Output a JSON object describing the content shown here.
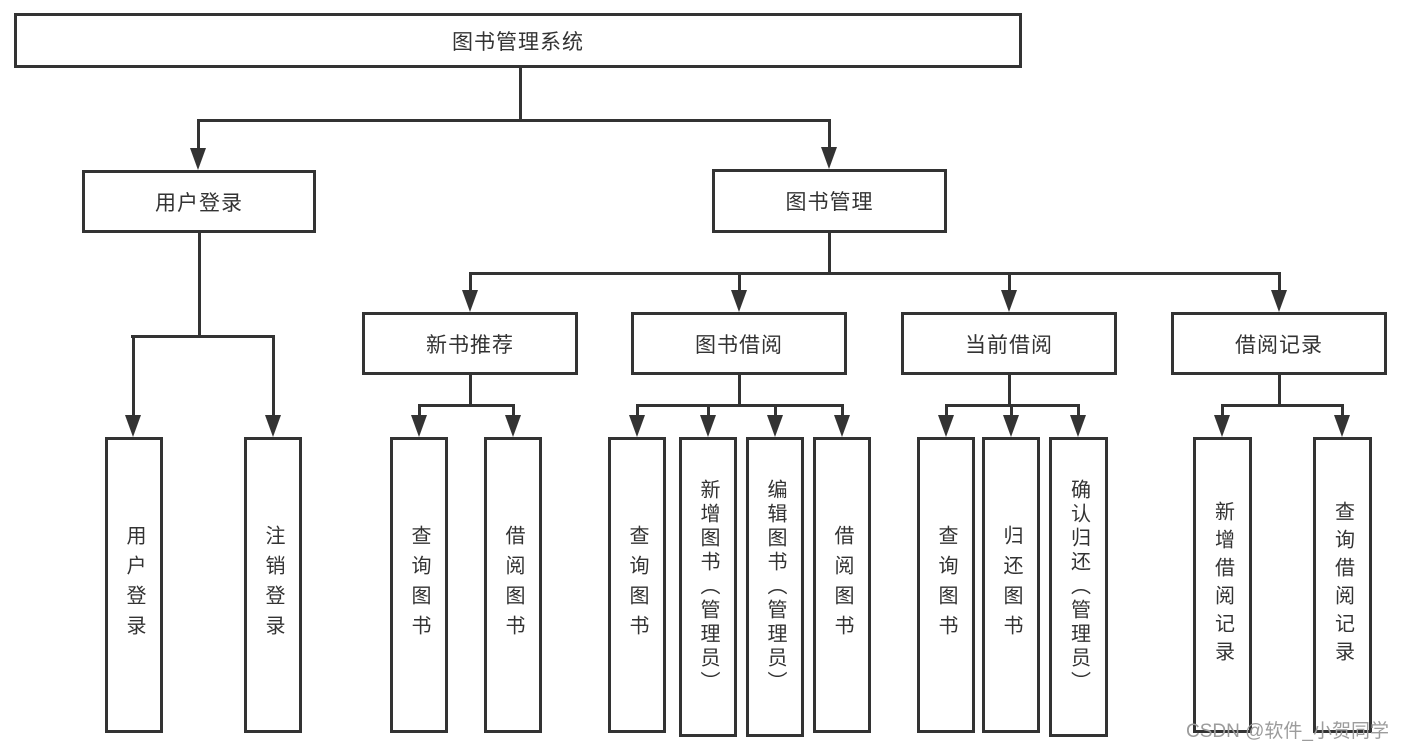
{
  "colors": {
    "line": "#333333",
    "text": "#333333",
    "watermark": "#9c9c9c",
    "background": "#ffffff"
  },
  "nodes": {
    "root": {
      "label": "图书管理系统"
    },
    "user_login": {
      "label": "用户登录"
    },
    "book_mgmt": {
      "label": "图书管理"
    },
    "new_book_rec": {
      "label": "新书推荐"
    },
    "book_borrow": {
      "label": "图书借阅"
    },
    "current_borrow": {
      "label": "当前借阅"
    },
    "borrow_records": {
      "label": "借阅记录"
    },
    "leaf_user_login": {
      "label": "用户登录"
    },
    "leaf_logout": {
      "label": "注销登录"
    },
    "nbr_query_book": {
      "label": "查询图书"
    },
    "nbr_borrow_book": {
      "label": "借阅图书"
    },
    "bb_query_book": {
      "label": "查询图书"
    },
    "bb_add_book": {
      "label": "新增图书（管理员）"
    },
    "bb_edit_book": {
      "label": "编辑图书（管理员）"
    },
    "bb_borrow_book": {
      "label": "借阅图书"
    },
    "cb_query_book": {
      "label": "查询图书"
    },
    "cb_return_book": {
      "label": "归还图书"
    },
    "cb_confirm_return": {
      "label": "确认归还（管理员）"
    },
    "br_add_record": {
      "label": "新增借阅记录"
    },
    "br_query_record": {
      "label": "查询借阅记录"
    }
  },
  "watermark": {
    "text": "CSDN @软件_小贺同学"
  }
}
